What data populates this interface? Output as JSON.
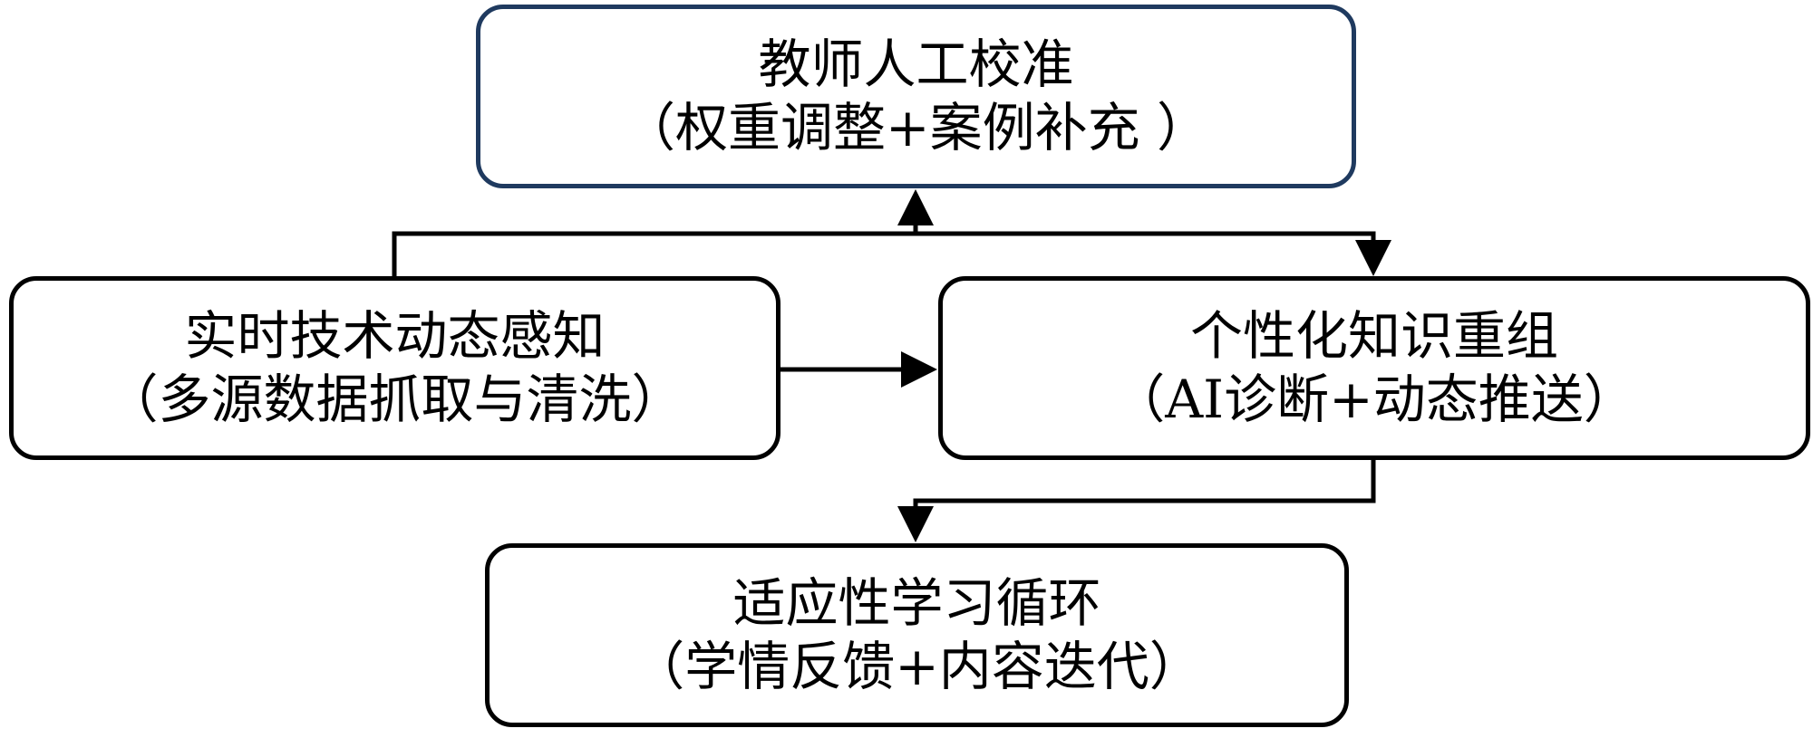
{
  "nodes": {
    "teacher": {
      "title": "教师人工校准",
      "subtitle": "（权重调整+案例补充 ）"
    },
    "perception": {
      "title": "实时技术动态感知",
      "subtitle": "（多源数据抓取与清洗）"
    },
    "reorg": {
      "title": "个性化知识重组",
      "subtitle": "（AI诊断+动态推送）"
    },
    "adaptive": {
      "title": "适应性学习循环",
      "subtitle": "（学情反馈+内容迭代）"
    }
  },
  "colors": {
    "stroke": "#000000",
    "teacher_border": "#1f3a5f",
    "background": "#ffffff"
  }
}
